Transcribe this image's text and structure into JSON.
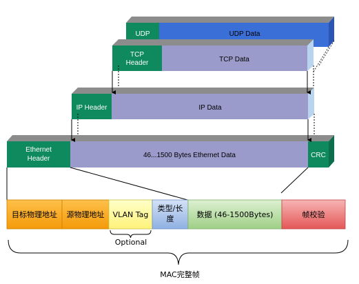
{
  "encapsulation": {
    "udp": {
      "header": "UDP",
      "data": "UDP Data"
    },
    "tcp": {
      "header_line1": "TCP",
      "header_line2": "Header",
      "data": "TCP Data"
    },
    "ip": {
      "header": "IP Header",
      "data": "IP Data"
    },
    "ethernet": {
      "header_line1": "Ethernet",
      "header_line2": "Header",
      "data": "46...1500 Bytes Ethernet Data",
      "trailer": "CRC"
    }
  },
  "mac_frame": {
    "fields": [
      {
        "label": "目标物理地址",
        "color": "#F9A91B"
      },
      {
        "label": "源物理地址",
        "color": "#F9A91B"
      },
      {
        "label": "VLAN Tag",
        "color": "#FFFF99"
      },
      {
        "label_line1": "类型/长",
        "label_line2": "度",
        "color": "#A9C4EB"
      },
      {
        "label": "数据 (46-1500Bytes)",
        "color": "#B7DBA3"
      },
      {
        "label": "帧校验",
        "color": "#F08080"
      }
    ],
    "optional_label": "Optional",
    "caption": "MAC完整帧"
  },
  "colors": {
    "header_green": "#0F8A5F",
    "data_purple": "#9B9BCB",
    "top_gray": "#8C8C8C",
    "udp_blue": "#3A6FD8"
  }
}
